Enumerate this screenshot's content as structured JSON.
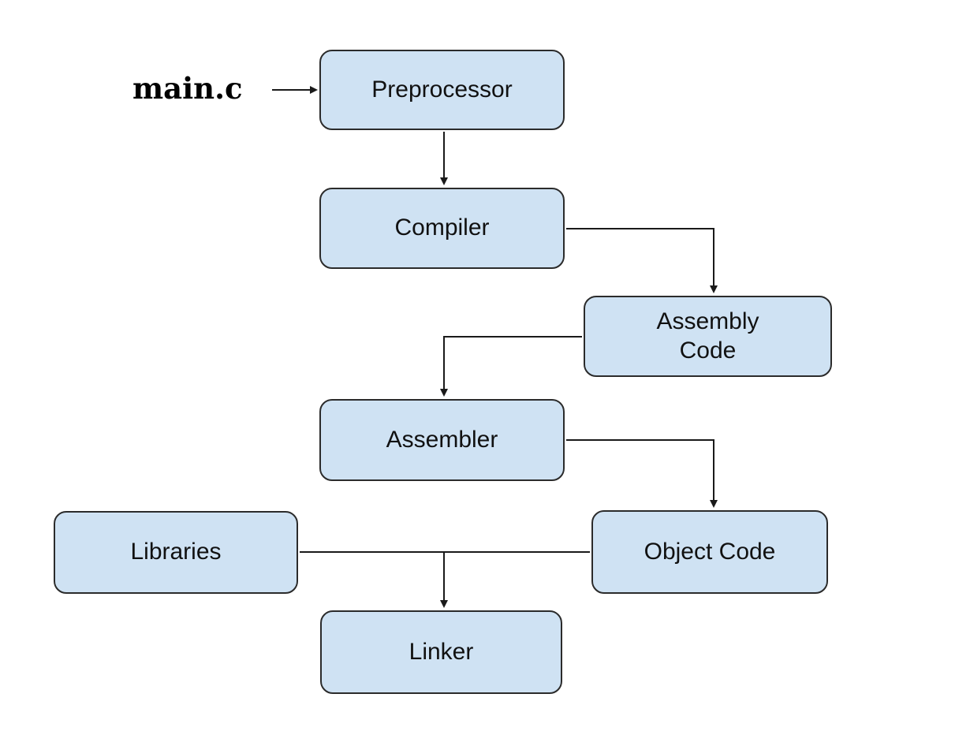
{
  "diagram": {
    "type": "flowchart",
    "description": "C source compilation pipeline",
    "external_label": "main.c",
    "nodes": [
      {
        "id": "preprocessor",
        "label": "Preprocessor"
      },
      {
        "id": "compiler",
        "label": "Compiler"
      },
      {
        "id": "assembly-code",
        "label": "Assembly\nCode"
      },
      {
        "id": "assembler",
        "label": "Assembler"
      },
      {
        "id": "libraries",
        "label": "Libraries"
      },
      {
        "id": "object-code",
        "label": "Object Code"
      },
      {
        "id": "linker",
        "label": "Linker"
      }
    ],
    "edges": [
      {
        "from": "main.c",
        "to": "Preprocessor",
        "arrow": true
      },
      {
        "from": "Preprocessor",
        "to": "Compiler",
        "arrow": true
      },
      {
        "from": "Compiler",
        "to": "Assembly Code",
        "arrow": true
      },
      {
        "from": "Assembly Code",
        "to": "Assembler",
        "arrow": true
      },
      {
        "from": "Assembler",
        "to": "Object Code",
        "arrow": true
      },
      {
        "from": "Libraries",
        "to": "Linker",
        "arrow": true
      },
      {
        "from": "Object Code",
        "to": "Linker",
        "arrow": true
      }
    ],
    "colors": {
      "node_fill": "#cfe2f3",
      "node_border": "#2b2b2b",
      "connector": "#1a1a1a",
      "text": "#111111",
      "background": "#ffffff"
    }
  }
}
